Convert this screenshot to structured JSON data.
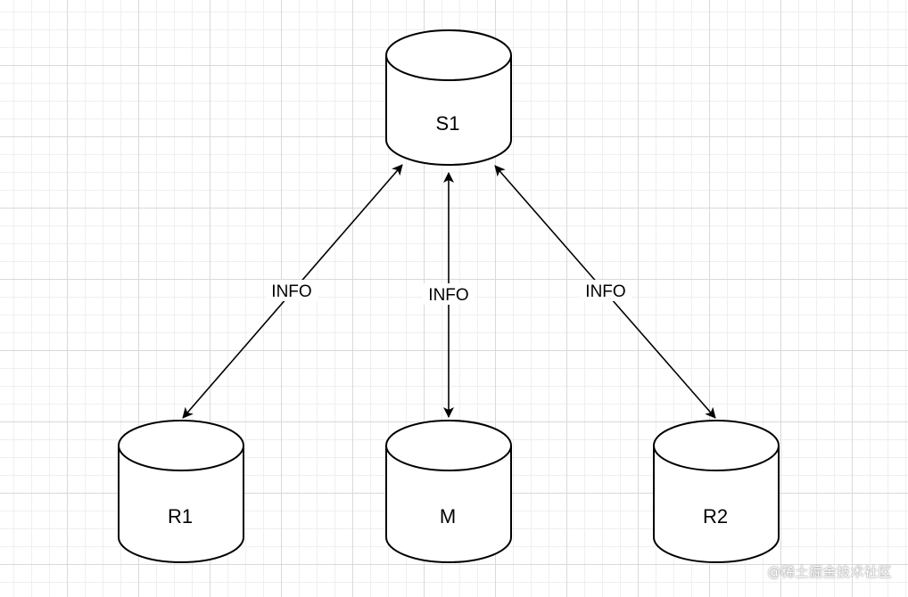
{
  "diagram": {
    "nodes": [
      {
        "id": "S1",
        "label": "S1",
        "shape": "cylinder"
      },
      {
        "id": "R1",
        "label": "R1",
        "shape": "cylinder"
      },
      {
        "id": "M",
        "label": "M",
        "shape": "cylinder"
      },
      {
        "id": "R2",
        "label": "R2",
        "shape": "cylinder"
      }
    ],
    "edges": [
      {
        "from": "S1",
        "to": "R1",
        "label": "INFO",
        "arrows": "both"
      },
      {
        "from": "S1",
        "to": "M",
        "label": "INFO",
        "arrows": "both"
      },
      {
        "from": "S1",
        "to": "R2",
        "label": "INFO",
        "arrows": "both"
      }
    ]
  },
  "watermark": "@稀土掘金技术社区",
  "colors": {
    "stroke": "#000000",
    "fill": "#ffffff",
    "grid": "#d9d9d9"
  }
}
